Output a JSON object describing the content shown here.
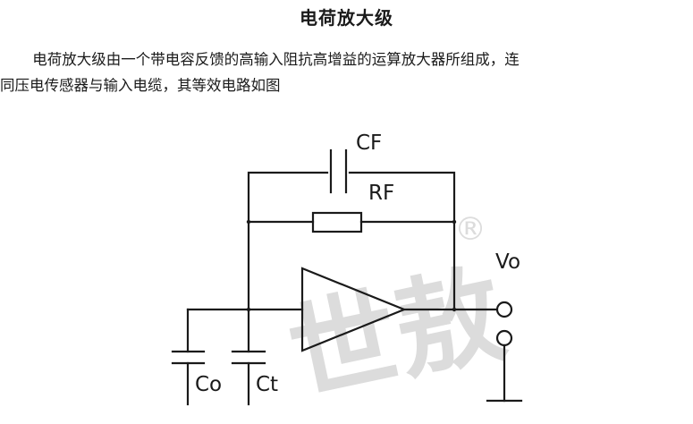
{
  "title": "电荷放大级",
  "paragraph": {
    "line1": "电荷放大级由一个带电容反馈的高输入阻抗高增益的运算放大器所组成，连",
    "line2": "同压电传感器与输入电缆，其等效电路如图"
  },
  "diagram": {
    "labels": {
      "cf": "CF",
      "rf": "RF",
      "vo": "Vo",
      "co": "Co",
      "ct": "Ct"
    },
    "watermark": {
      "text": "世敖",
      "registered_mark": "®",
      "color": "#d9d9d9"
    }
  }
}
